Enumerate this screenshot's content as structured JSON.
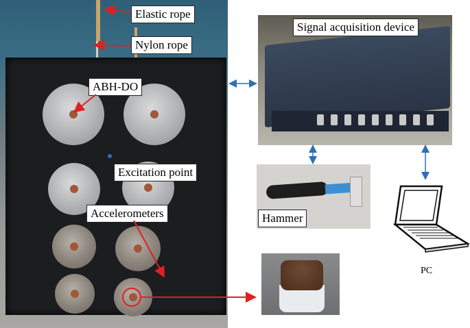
{
  "labels": {
    "elastic_rope": "Elastic rope",
    "nylon_rope": "Nylon rope",
    "abh_do": "ABH-DO",
    "excitation_point": "Excitation point",
    "accelerometers": "Accelerometers",
    "signal_acquisition": "Signal acquisition device",
    "hammer": "Hammer",
    "pc": "PC"
  },
  "colors": {
    "annotation_arrow": "#e02020",
    "connection_arrow": "#2f6fb5",
    "label_border": "#222222"
  },
  "icons": {
    "pc": "laptop-icon"
  }
}
